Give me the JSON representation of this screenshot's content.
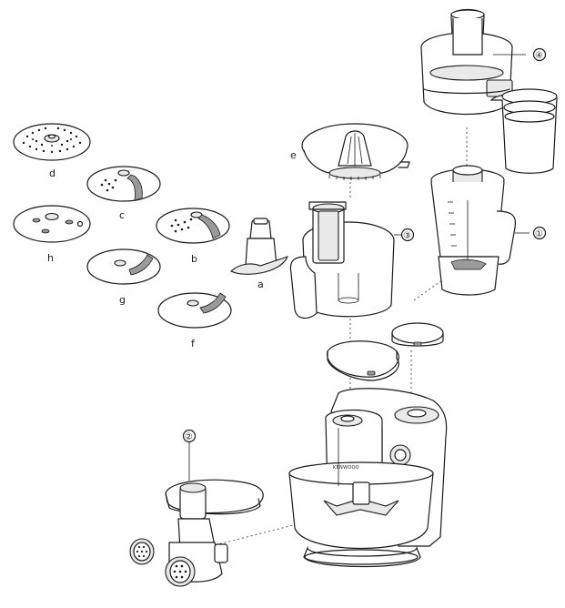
{
  "parts": {
    "a": "a",
    "b": "b",
    "c": "c",
    "d": "d",
    "e": "e",
    "f": "f",
    "g": "g",
    "h": "h"
  },
  "callouts": {
    "one": "①",
    "two": "②",
    "three": "③",
    "four": "④"
  },
  "brand_mark": "KENWOOD"
}
